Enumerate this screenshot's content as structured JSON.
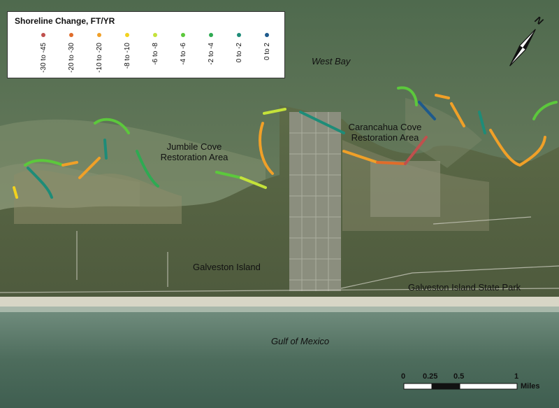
{
  "legend": {
    "title": "Shoreline Change, FT/YR",
    "classes": [
      {
        "label": "-30 to -45",
        "color": "#c0504d"
      },
      {
        "label": "-20 to -30",
        "color": "#e06c2a"
      },
      {
        "label": "-10 to -20",
        "color": "#f0a028"
      },
      {
        "label": "-8 to -10",
        "color": "#f2d21e"
      },
      {
        "label": "-6 to -8",
        "color": "#c4e23a"
      },
      {
        "label": "-4 to -6",
        "color": "#5cc83c"
      },
      {
        "label": "-2 to -4",
        "color": "#2eaa52"
      },
      {
        "label": "0 to -2",
        "color": "#1e8c78"
      },
      {
        "label": "0 to 2",
        "color": "#1e5a8c"
      }
    ]
  },
  "labels": {
    "west_bay": "West Bay",
    "jumbile": "Jumbile Cove\nRestoration Area",
    "carancahua": "Carancahua Cove\nRestoration Area",
    "galveston_island": "Galveston Island",
    "state_park": "Galveston Island State Park",
    "gulf": "Gulf of Mexico"
  },
  "north_arrow": {
    "label": "N",
    "icon": "north-arrow-icon"
  },
  "scale_bar": {
    "ticks": [
      "0",
      "0.25",
      "0.5",
      "1"
    ],
    "unit": "Miles"
  }
}
